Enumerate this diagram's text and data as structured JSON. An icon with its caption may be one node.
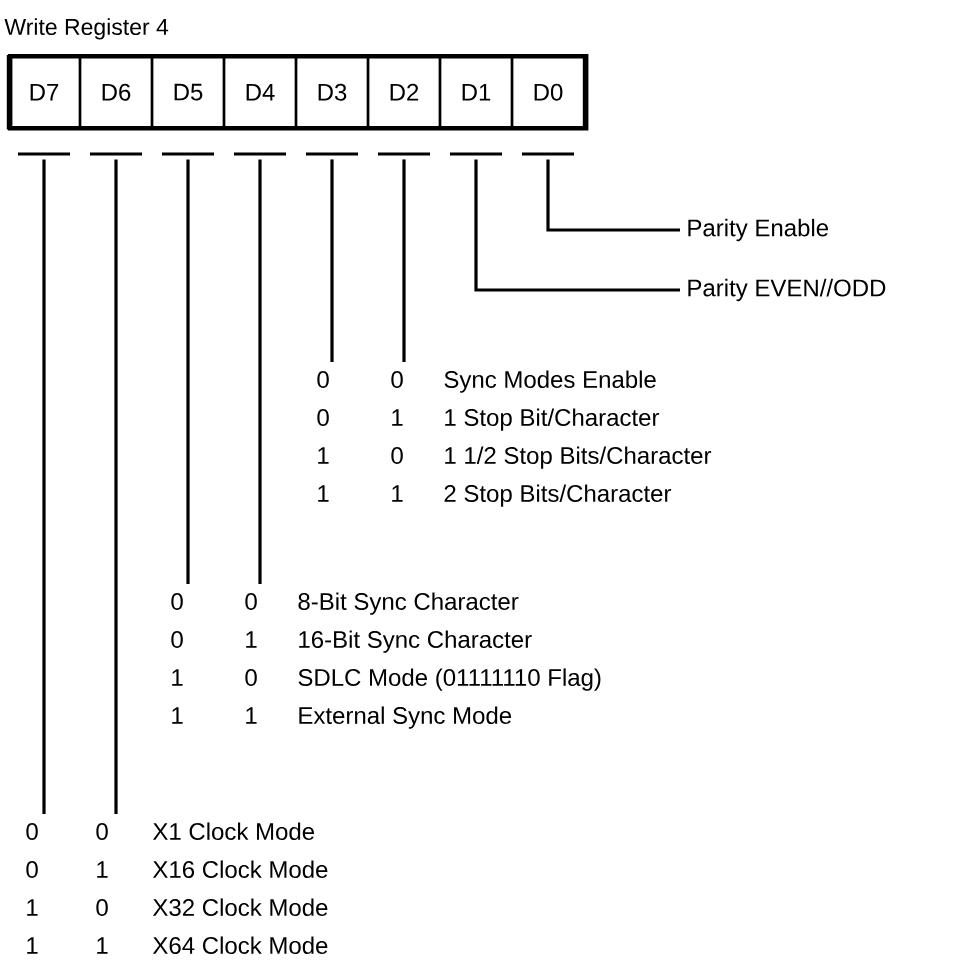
{
  "diagram": {
    "nodes": [
      {
        "text": [
          "Write Register 4"
        ]
      },
      {
        "text": [
          "D7"
        ],
        "in": 0
      },
      {
        "text": [
          "D6"
        ],
        "in": 0
      },
      {
        "text": [
          "D5"
        ],
        "in": 0
      },
      {
        "text": [
          "D4"
        ],
        "in": 0
      },
      {
        "text": [
          "D3"
        ],
        "in": 0
      },
      {
        "text": [
          "D2"
        ],
        "in": 0
      },
      {
        "text": [
          "D1"
        ],
        "in": 0
      },
      {
        "text": [
          "D0"
        ],
        "in": 0
      },
      {
        "text": [
          "Parity Enable"
        ]
      },
      {
        "text": [
          "Parity EVEN//ODD"
        ]
      },
      {
        "text": [
          "0",
          "0",
          "Sync Modes Enable",
          "0",
          "1",
          "1 Stop Bit/Character",
          "1",
          "0",
          "1 1/2 Stop Bits/Character",
          "1",
          "1",
          "2 Stop Bits/Character"
        ]
      },
      {
        "text": [
          "0",
          "0",
          "8-Bit Sync Character",
          "0",
          "1",
          "16-Bit Sync Character",
          "1",
          "0",
          "SDLC Mode (01111110 Flag)",
          "1",
          "1",
          "External Sync Mode"
        ]
      },
      {
        "text": [
          "0",
          "0",
          "X1 Clock Mode",
          "0",
          "1",
          "X16 Clock Mode",
          "1",
          "0",
          "X32 Clock Mode",
          "1",
          "1",
          "X64 Clock Mode"
        ]
      }
    ],
    "edges": [
      {
        "from": 8,
        "to": 9,
        "arrow": "none"
      },
      {
        "from": 7,
        "to": 10,
        "arrow": "none"
      },
      {
        "from": 5,
        "to": 11,
        "arrow": "none"
      },
      {
        "from": 6,
        "to": 11,
        "arrow": "none"
      },
      {
        "from": 3,
        "to": 12,
        "arrow": "none"
      },
      {
        "from": 4,
        "to": 12,
        "arrow": "none"
      },
      {
        "from": 1,
        "to": 13,
        "arrow": "none"
      },
      {
        "from": 2,
        "to": 13,
        "arrow": "none"
      }
    ]
  }
}
